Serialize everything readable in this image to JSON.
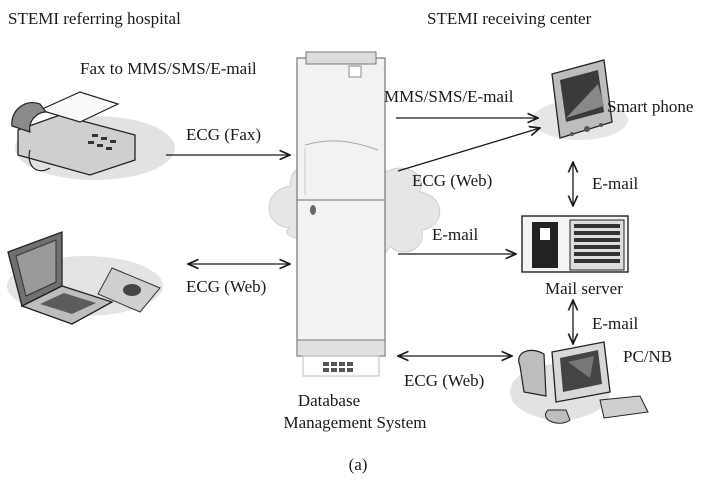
{
  "headers": {
    "left": "STEMI referring hospital",
    "right": "STEMI receiving center"
  },
  "nodes": {
    "fax": {
      "caption": "Fax to MMS/SMS/E-mail",
      "icon": "fax-machine-icon"
    },
    "laptop": {
      "icon": "laptop-icon"
    },
    "database": {
      "caption_line1": "Database",
      "caption_line2": "Management System",
      "icon": "server-tower-icon"
    },
    "smartphone": {
      "caption": "Smart phone",
      "icon": "pda-phone-icon"
    },
    "mail_server": {
      "caption": "Mail server",
      "icon": "mail-server-icon"
    },
    "pc": {
      "caption": "PC/NB",
      "icon": "desktop-computer-icon"
    }
  },
  "edges": {
    "fax_to_db": "ECG (Fax)",
    "laptop_db": "ECG (Web)",
    "db_to_phone_mms": "MMS/SMS/E-mail",
    "db_to_phone_web": "ECG (Web)",
    "db_to_mail": "E-mail",
    "phone_mail": "E-mail",
    "mail_pc": "E-mail",
    "db_pc": "ECG (Web)"
  },
  "figure_label": "(a)"
}
